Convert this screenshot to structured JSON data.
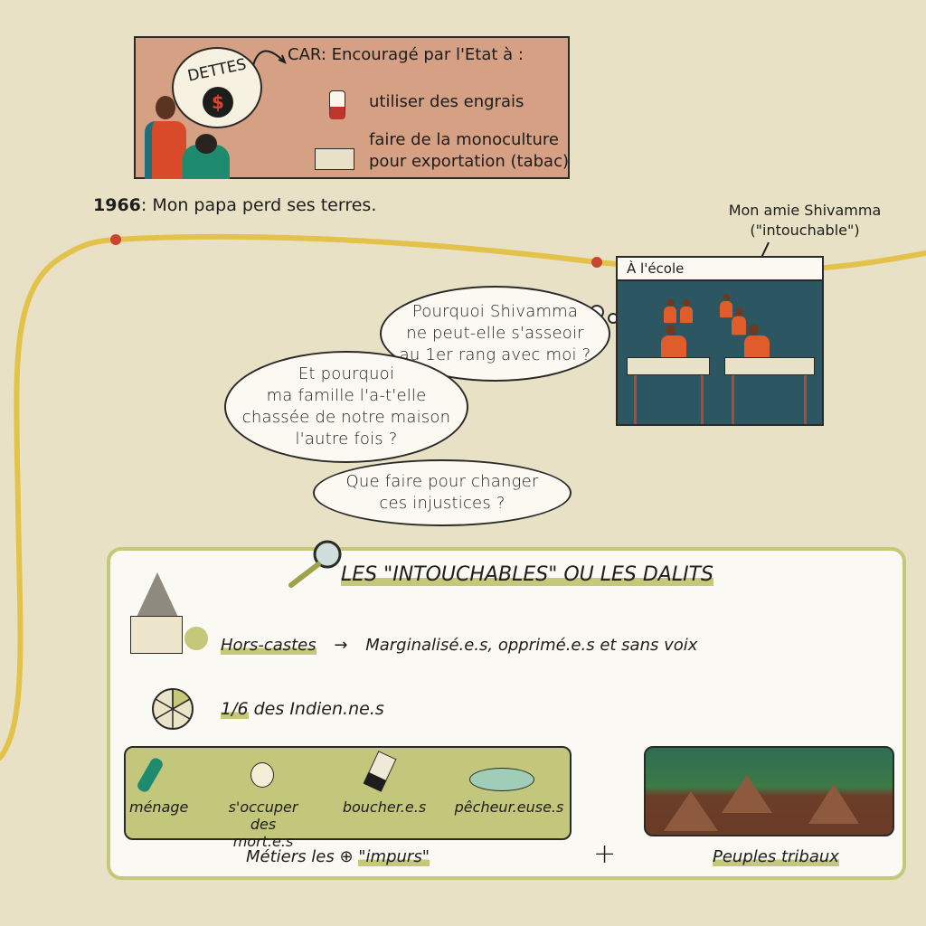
{
  "top_panel": {
    "bubble_text": "DETTES",
    "reason": "CAR: Encouragé par l'Etat à :",
    "items": [
      "utiliser des engrais",
      "faire de la monoculture",
      "pour exportation (tabac)"
    ]
  },
  "timeline": {
    "year": "1966",
    "event": ": Mon papa perd ses terres.",
    "colors": {
      "line": "#e2c24a",
      "dot": "#c9452f"
    }
  },
  "school": {
    "annotation_line1": "Mon amie Shivamma",
    "annotation_line2": "(\"intouchable\")",
    "header": "À l'école"
  },
  "thoughts": [
    {
      "lines": [
        "Pourquoi Shivamma",
        "ne peut-elle s'asseoir",
        "au 1er rang avec moi ?"
      ]
    },
    {
      "lines": [
        "Et pourquoi",
        "ma famille l'a-t'elle",
        "chassée de notre maison",
        "l'autre fois ?"
      ]
    },
    {
      "lines": [
        "Que faire pour changer",
        "ces injustices ?"
      ]
    }
  ],
  "info": {
    "title": "LES \"INTOUCHABLES\" OU LES DALITS",
    "hors_castes": "Hors-castes",
    "arrow": "→",
    "description": "Marginalisé.e.s, opprimé.e.s et sans voix",
    "fraction": "1/6",
    "fraction_text": "des Indien.ne.s",
    "jobs": [
      "ménage",
      "s'occuper des mort.e.s",
      "boucher.e.s",
      "pêcheur.euse.s"
    ],
    "jobs_caption_prefix": "Métiers les",
    "jobs_caption_plus": "⊕",
    "jobs_caption_highlight": "\"impurs\"",
    "plus": "+",
    "tribes_caption": "Peuples tribaux",
    "colors": {
      "accent": "#c6c879",
      "panel": "#faf9f4"
    }
  }
}
